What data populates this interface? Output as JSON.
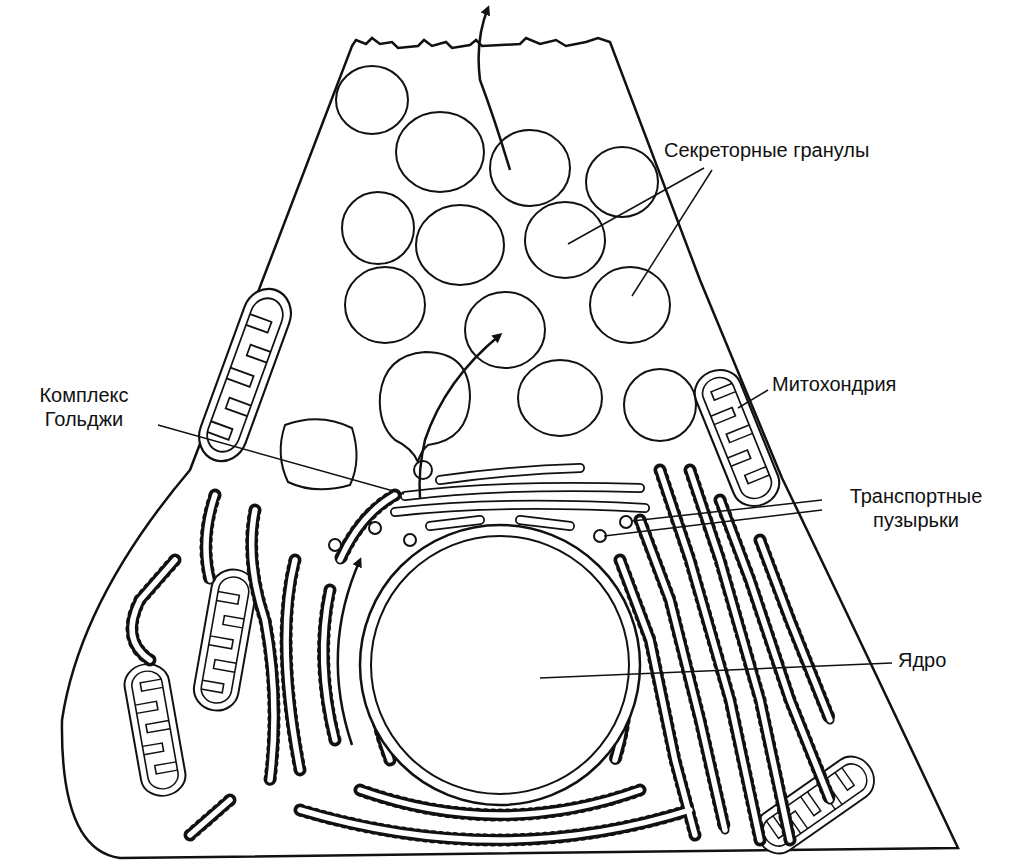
{
  "diagram": {
    "labels": [
      "Секреторные гранулы",
      "Комплекс Гольджи",
      "Митохондрия",
      "Транспортные пузырьки",
      "Ядро"
    ]
  }
}
